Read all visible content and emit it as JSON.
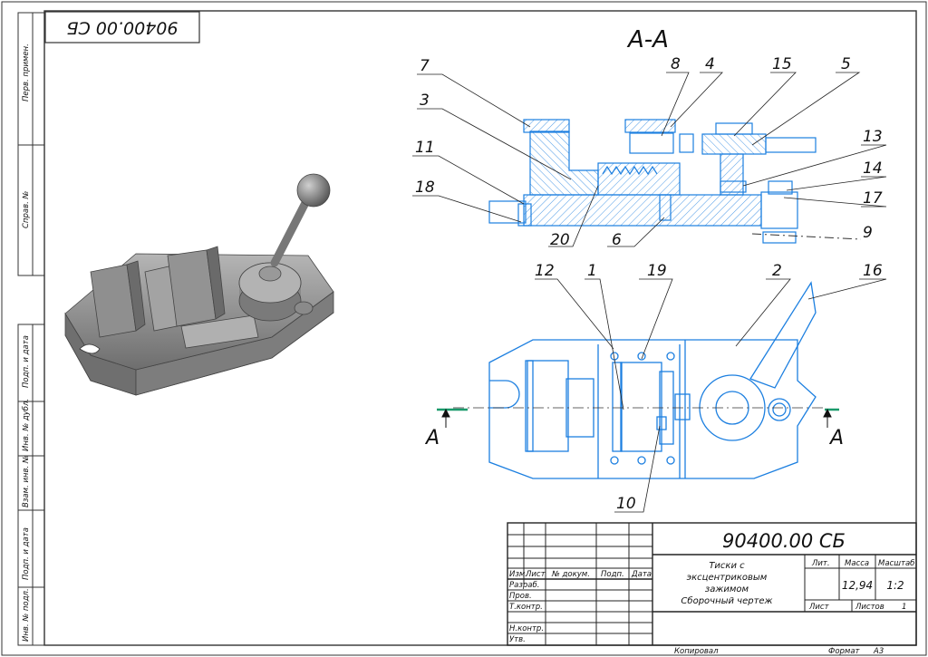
{
  "sheet": {
    "stamp_top": "90400.00 СБ",
    "section_title": "А-А",
    "section_mark": "А",
    "side_stamps": [
      "Перв. примен.",
      "Справ. №",
      "Подп. и дата",
      "Инв. № дубл.",
      "Взам. инв. №",
      "Подп. и дата",
      "Инв. № подл."
    ]
  },
  "callouts": [
    "7",
    "3",
    "11",
    "18",
    "20",
    "6",
    "8",
    "4",
    "15",
    "5",
    "13",
    "14",
    "17",
    "9",
    "12",
    "1",
    "19",
    "2",
    "16",
    "10"
  ],
  "title_block": {
    "designation": "90400.00 СБ",
    "name_lines": [
      "Тиски с",
      "эксцентриковым",
      "зажимом",
      "Сборочный чертеж"
    ],
    "col_heads": [
      "Изм.",
      "Лист",
      "№ докум.",
      "Подп.",
      "Дата"
    ],
    "roles": [
      "Разраб.",
      "Пров.",
      "Т.контр.",
      "Н.контр.",
      "Утв."
    ],
    "lit": "Лит.",
    "mass_label": "Масса",
    "scale_label": "Масштаб",
    "mass": "12,94",
    "scale": "1:2",
    "sheet_label": "Лист",
    "sheets_label": "Листов",
    "sheets": "1",
    "copied": "Копировал",
    "format_label": "Формат",
    "format": "А3"
  },
  "colors": {
    "frame": "#333333",
    "part": "#1c7fe0",
    "hatch": "#1c7fe0",
    "model": "#8c8c8c",
    "mark": "#1a9a6c"
  }
}
